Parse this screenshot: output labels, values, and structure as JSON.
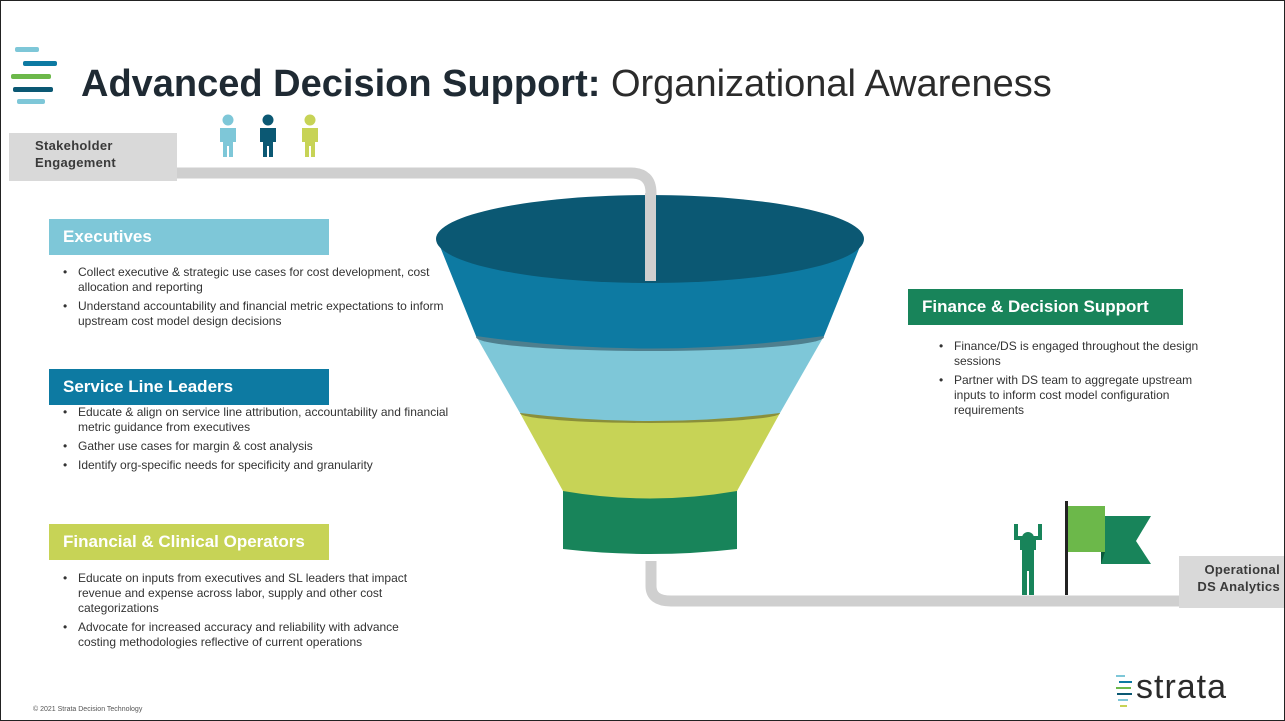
{
  "title": {
    "bold": "Advanced Decision Support:",
    "rest": " Organizational Awareness"
  },
  "stakeholder_tag": [
    "Stakeholder",
    "Engagement"
  ],
  "operational_tag": [
    "Operational",
    "DS Analytics"
  ],
  "sections": {
    "executives": {
      "heading": "Executives",
      "bullets": [
        "Collect executive & strategic use cases for cost development, cost allocation and reporting",
        "Understand accountability and financial metric expectations to inform upstream cost model design decisions"
      ]
    },
    "service_line_leaders": {
      "heading": "Service Line Leaders",
      "bullets": [
        "Educate & align on service line attribution, accountability and financial metric guidance from executives",
        "Gather use cases for margin & cost analysis",
        "Identify org-specific needs for specificity and granularity"
      ]
    },
    "financial_clinical": {
      "heading": "Financial & Clinical Operators",
      "bullets": [
        "Educate on inputs from executives and SL leaders that impact revenue and expense across labor, supply and other cost categorizations",
        "Advocate for increased accuracy and reliability with advance costing methodologies reflective of current operations"
      ]
    },
    "finance_ds": {
      "heading": "Finance & Decision Support",
      "bullets": [
        "Finance/DS is engaged throughout the design sessions",
        "Partner with DS team to aggregate upstream inputs to inform cost model configuration requirements"
      ]
    }
  },
  "footer": "© 2021 Strata Decision Technology",
  "logo_text": "strata",
  "colors": {
    "light_blue": "#7ec7d8",
    "blue": "#0d7aa2",
    "dark_blue": "#0b5873",
    "yellow_green": "#c7d356",
    "green": "#18845a",
    "light_green": "#6cb84a",
    "grey": "#cfcfcf"
  },
  "icons": [
    "person-icon",
    "person-icon",
    "person-icon",
    "celebrating-person-icon",
    "flag-icon",
    "strata-logo-icon"
  ]
}
